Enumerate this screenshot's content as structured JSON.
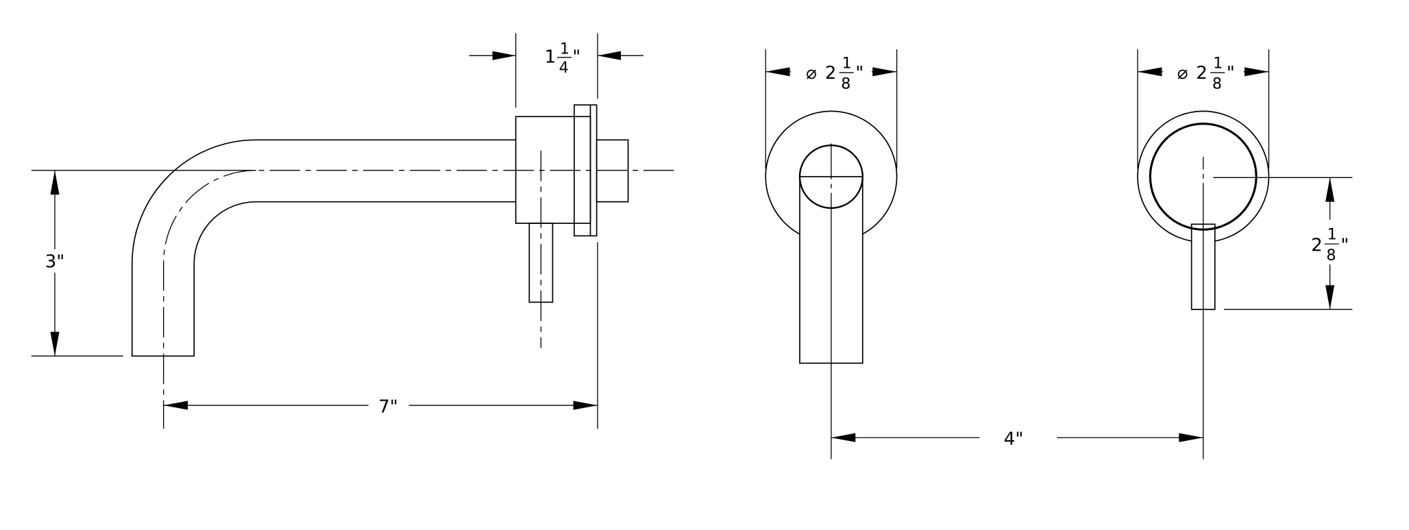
{
  "drawing": {
    "line_color": "#000000",
    "background": "#ffffff",
    "side_view": {
      "flange_depth": {
        "whole": "1",
        "num": "1",
        "den": "4",
        "unit": "\""
      },
      "spout_height": {
        "text": "3\""
      },
      "spout_reach": {
        "text": "7\""
      }
    },
    "spout_front_view": {
      "flange_diameter": {
        "symbol": "⌀",
        "whole": "2",
        "num": "1",
        "den": "8",
        "unit": "\""
      }
    },
    "handle_front_view": {
      "flange_diameter": {
        "symbol": "⌀",
        "whole": "2",
        "num": "1",
        "den": "8",
        "unit": "\""
      },
      "handle_length": {
        "whole": "2",
        "num": "1",
        "den": "8",
        "unit": "\""
      }
    },
    "center_spacing": {
      "text": "4\""
    }
  }
}
